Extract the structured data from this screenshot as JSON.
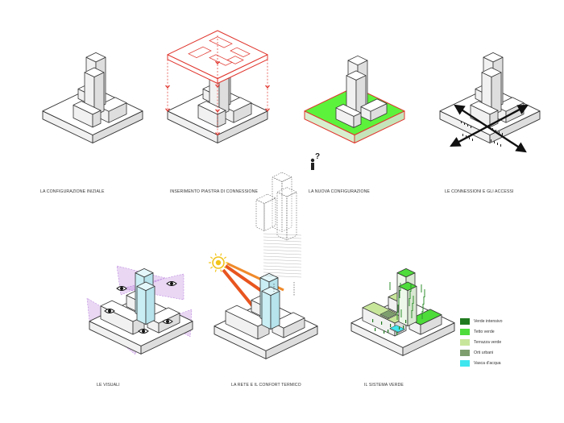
{
  "captions": {
    "d1": "LA CONFIGURAZIONE INIZIALE",
    "d2": "INSERIMENTO PIASTRA DI CONNESSIONE",
    "d3": "LA NUOVA CONFIGURAZIONE",
    "d4": "LE CONNESSIONI E GLI ACCESSI",
    "d5": "LE VISUALI",
    "d6": "LA RETE E IL CONFORT TERMICO",
    "d7": "IL SISTEMA VERDE"
  },
  "question_mark": "?",
  "legend": {
    "items": [
      {
        "label": "Verde intensivo",
        "color": "#1f7a1f"
      },
      {
        "label": "Tetto verde",
        "color": "#4ddc3a"
      },
      {
        "label": "Terrazza verde",
        "color": "#c8e69a"
      },
      {
        "label": "Orti urbani",
        "color": "#7e9e6e"
      },
      {
        "label": "Vasca d'acqua",
        "color": "#3fe6ef"
      }
    ]
  },
  "colors": {
    "outline": "#333333",
    "face_top": "#ffffff",
    "face_left": "#f1f1f1",
    "face_right": "#dedede",
    "red": "#e0342c",
    "green": "#5cf23c",
    "purple": "#b070d8",
    "glass": "#c9eef4",
    "sun": "#f2c419",
    "ray": "#e8551f"
  }
}
